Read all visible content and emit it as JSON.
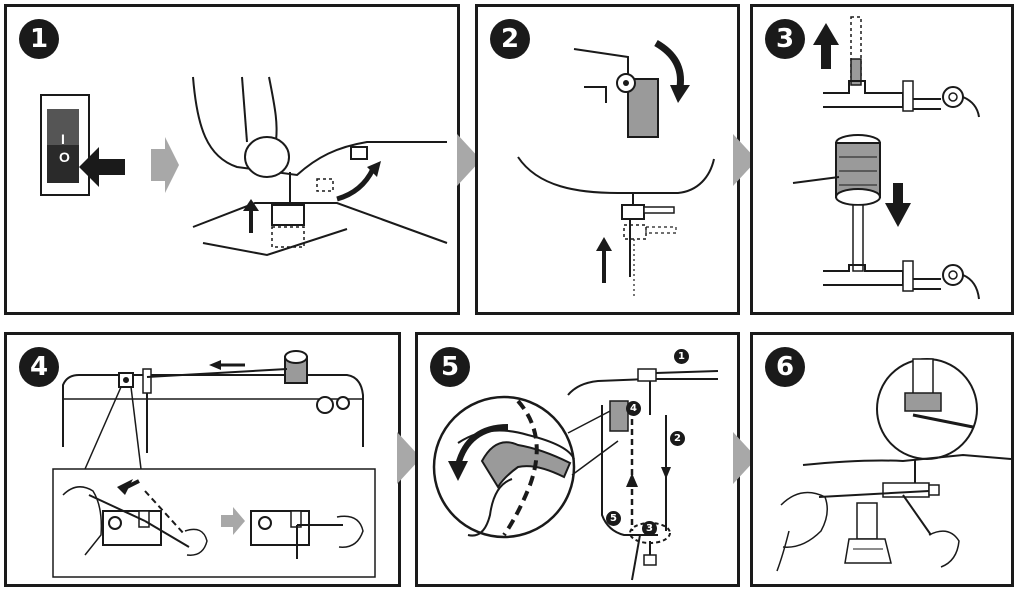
{
  "steps": [
    {
      "number": "1"
    },
    {
      "number": "2"
    },
    {
      "number": "3"
    },
    {
      "number": "4"
    },
    {
      "number": "5"
    },
    {
      "number": "6"
    }
  ],
  "switch": {
    "on_mark": "I",
    "off_mark": "O"
  },
  "thread_path_labels": [
    "1",
    "2",
    "3",
    "4",
    "5"
  ],
  "colors": {
    "line": "#1a1a1a",
    "arrow_gray": "#a8a8a8",
    "shade": "#9a9a9a"
  }
}
